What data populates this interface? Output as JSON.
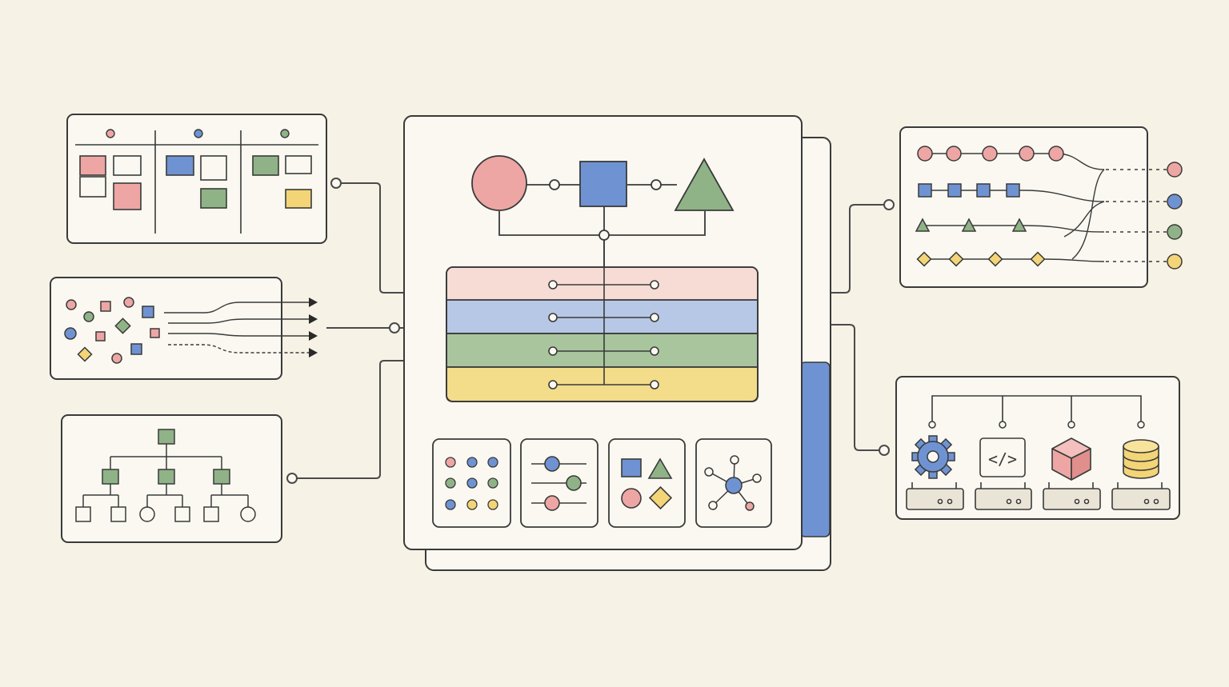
{
  "palette": {
    "background": "#f6f2e6",
    "panel_fill": "#faf8f1",
    "stroke": "#3a3a3a",
    "connector": "#4a4a4a",
    "red": "#eda6a4",
    "blue": "#6f93d2",
    "green": "#8fb387",
    "yellow": "#f3d577",
    "red_light": "#f6dcd5",
    "blue_light": "#b7c8e6",
    "green_light": "#a9c59d",
    "yellow_light": "#f3dc8a",
    "machine_base": "#e9e4d6"
  },
  "diagram": {
    "left_modules": [
      "kanban-board-module",
      "data-stream-module",
      "hierarchy-tree-module"
    ],
    "center_module": "layered-pipeline-module",
    "center_tiles": [
      "dot-grid-icon",
      "sliders-icon",
      "shapes-icon",
      "network-graph-icon"
    ],
    "right_modules": [
      "signal-merge-module",
      "service-rack-module"
    ],
    "service_icons": [
      "gear-icon",
      "code-brackets-icon",
      "cube-icon",
      "database-icon"
    ],
    "code_glyph": "</>"
  }
}
